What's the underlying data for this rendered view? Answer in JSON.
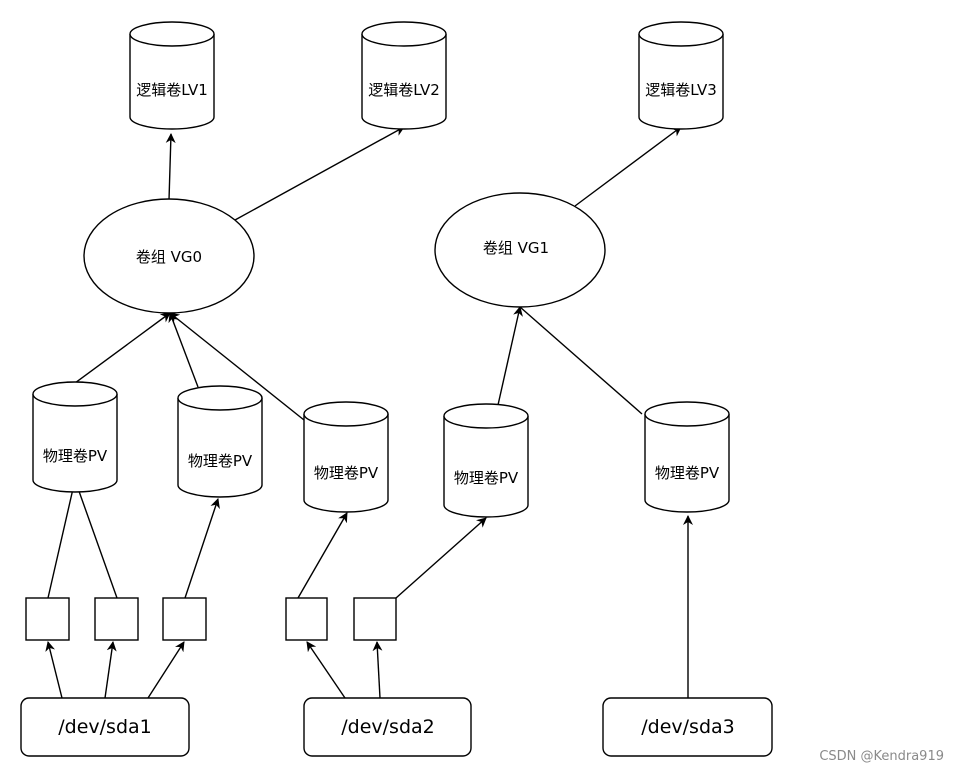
{
  "logical_volumes": [
    {
      "id": "lv1",
      "label": "逻辑卷LV1"
    },
    {
      "id": "lv2",
      "label": "逻辑卷LV2"
    },
    {
      "id": "lv3",
      "label": "逻辑卷LV3"
    }
  ],
  "volume_groups": [
    {
      "id": "vg0",
      "label": "卷组 VG0"
    },
    {
      "id": "vg1",
      "label": "卷组 VG1"
    }
  ],
  "physical_volumes": [
    {
      "id": "pv1",
      "label": "物理卷PV"
    },
    {
      "id": "pv2",
      "label": "物理卷PV"
    },
    {
      "id": "pv3",
      "label": "物理卷PV"
    },
    {
      "id": "pv4",
      "label": "物理卷PV"
    },
    {
      "id": "pv5",
      "label": "物理卷PV"
    }
  ],
  "devices": [
    {
      "id": "sda1",
      "label": "/dev/sda1"
    },
    {
      "id": "sda2",
      "label": "/dev/sda2"
    },
    {
      "id": "sda3",
      "label": "/dev/sda3"
    }
  ],
  "watermark": "CSDN @Kendra919"
}
